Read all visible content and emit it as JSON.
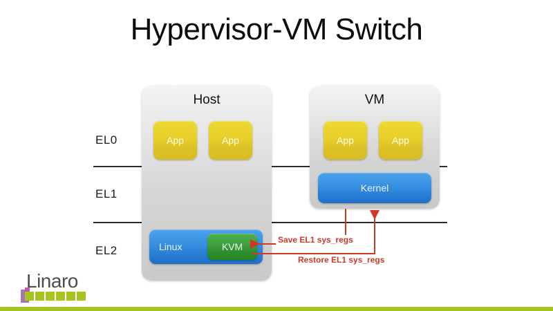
{
  "slide": {
    "title": "Hypervisor-VM Switch",
    "background_color": "#ffffff"
  },
  "exception_levels": [
    {
      "id": "el0",
      "label": "EL0"
    },
    {
      "id": "el1",
      "label": "EL1"
    },
    {
      "id": "el2",
      "label": "EL2"
    }
  ],
  "host": {
    "title": "Host",
    "apps": [
      {
        "label": "App"
      },
      {
        "label": "App"
      }
    ],
    "el2_software": {
      "label": "Linux",
      "module": {
        "label": "KVM",
        "color": "#2f8f2f"
      },
      "color": "#2b83d8"
    }
  },
  "vm": {
    "title": "VM",
    "apps": [
      {
        "label": "App"
      },
      {
        "label": "App"
      }
    ],
    "kernel": {
      "label": "Kernel",
      "color": "#2b83d8"
    }
  },
  "annotations": {
    "color": "#cc3a23",
    "save": {
      "label": "Save EL1 sys_regs"
    },
    "restore": {
      "label": "Restore EL1 sys_regs"
    }
  },
  "branding": {
    "wordmark": "Linaro",
    "square_color": "#a7c520",
    "accent_color": "#9b5ba5",
    "squares": [
      1,
      2,
      3,
      4,
      5,
      6
    ],
    "bottom_bar_color": "#a7c520"
  },
  "palette": {
    "app_yellow": "#e0c726",
    "blue": "#2b83d8",
    "green": "#2f8f2f",
    "container_gray": "#d6d6d6",
    "line_black": "#2b2b2b"
  }
}
